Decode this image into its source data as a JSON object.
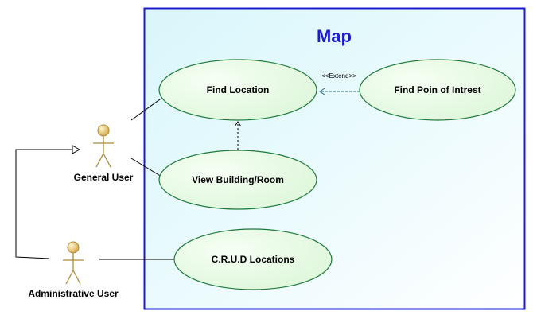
{
  "system": {
    "title": "Map"
  },
  "actors": {
    "general_user": "General User",
    "administrative_user": "Administrative User"
  },
  "use_cases": {
    "find_location": "Find Location",
    "find_poi": "Find Poin of Intrest",
    "view_building": "View Building/Room",
    "crud_locations": "C.R.U.D Locations"
  },
  "relations": {
    "extend_label": "<<Extend>>"
  },
  "colors": {
    "boundary": "#1c1ccc",
    "usecase_fill": "#e4f9e1",
    "usecase_stroke": "#1f7a3a",
    "actor_stroke": "#b08a3a",
    "actor_head": "#e2b85a"
  }
}
